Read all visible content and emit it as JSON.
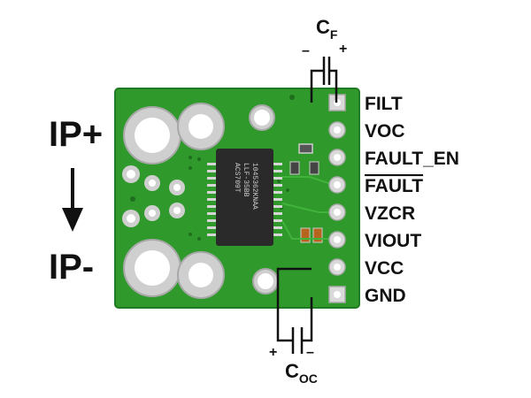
{
  "pins": [
    {
      "label": "FILT",
      "overline": false
    },
    {
      "label": "VOC",
      "overline": false
    },
    {
      "label": "FAULT_EN",
      "overline": false
    },
    {
      "label": "FAULT",
      "overline": true
    },
    {
      "label": "VZCR",
      "overline": false
    },
    {
      "label": "VIOUT",
      "overline": false
    },
    {
      "label": "VCC",
      "overline": false
    },
    {
      "label": "GND",
      "overline": false
    }
  ],
  "current_input": {
    "positive": "IP+",
    "negative": "IP-"
  },
  "filter_cap": {
    "letter": "C",
    "subscript": "F",
    "minus": "–",
    "plus": "+"
  },
  "output_cap": {
    "letter": "C",
    "subscript": "OC",
    "plus": "+",
    "minus": "–"
  },
  "chip": {
    "lines": [
      "ACS709T",
      "LLF-35BB",
      "1045362KNAA"
    ]
  },
  "colors": {
    "board": "#2f9a2b",
    "board_dark": "#227a22",
    "pad": "#d9d9d9",
    "chip": "#2a2a2a"
  }
}
